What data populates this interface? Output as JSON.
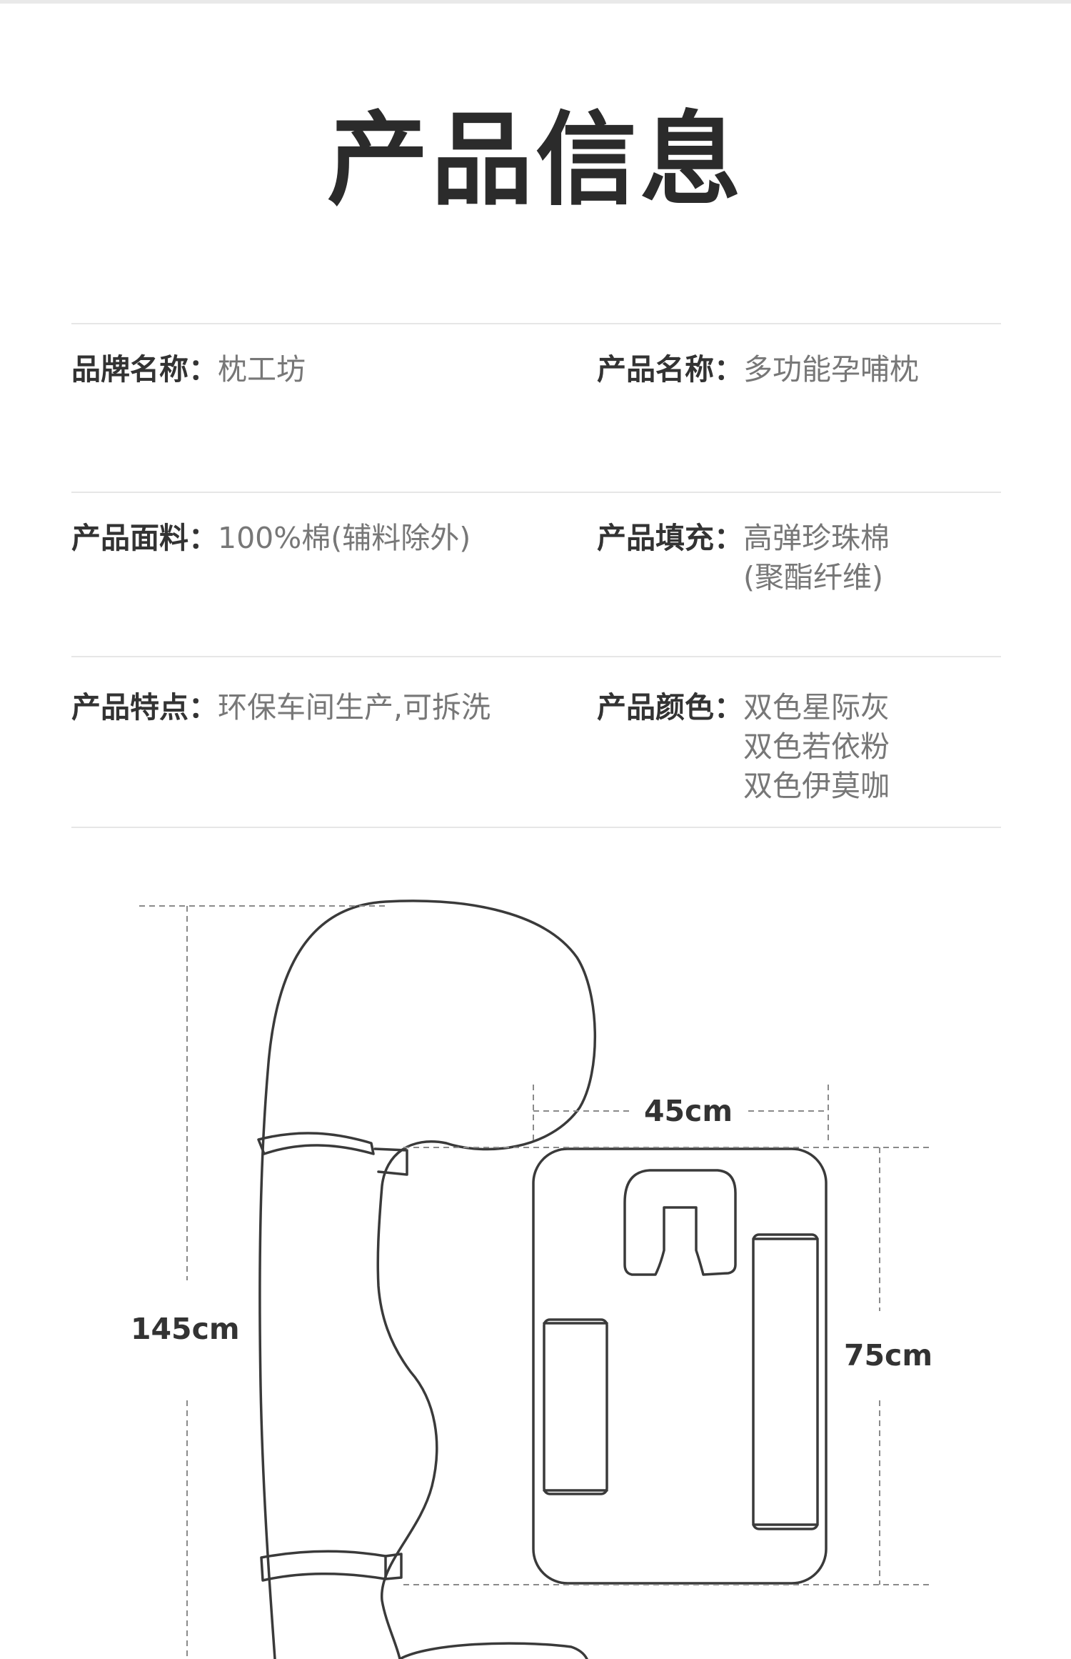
{
  "title": "产品信息",
  "specs": {
    "brand": {
      "label": "品牌名称：",
      "value": "枕工坊"
    },
    "product_name": {
      "label": "产品名称：",
      "value": "多功能孕哺枕"
    },
    "fabric": {
      "label": "产品面料：",
      "value": "100%棉(辅料除外)"
    },
    "filling": {
      "label": "产品填充：",
      "lines": [
        "高弹珍珠棉",
        "(聚酯纤维)"
      ]
    },
    "features": {
      "label": "产品特点：",
      "value": "环保车间生产,可拆洗"
    },
    "colors": {
      "label": "产品颜色：",
      "lines": [
        "双色星际灰",
        "双色若依粉",
        "双色伊莫咖"
      ]
    }
  },
  "dimensions": {
    "total_length": "145cm",
    "pad_width": "45cm",
    "pad_height": "75cm"
  }
}
